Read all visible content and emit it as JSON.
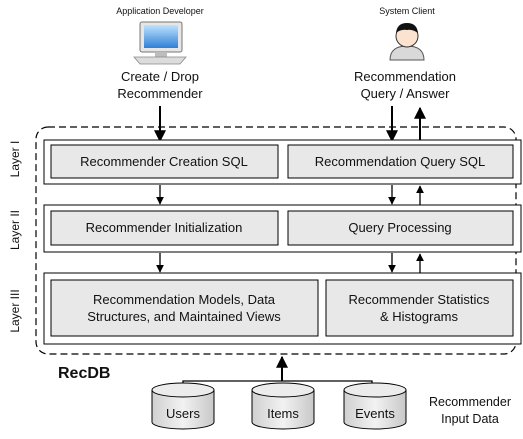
{
  "actors": {
    "developer": {
      "role": "Application Developer",
      "action": [
        "Create / Drop",
        "Recommender"
      ],
      "icon": "computer-icon"
    },
    "client": {
      "role": "System Client",
      "action": [
        "Recommendation",
        "Query / Answer"
      ],
      "icon": "user-icon"
    }
  },
  "layers": {
    "layer1": {
      "label": "Layer I",
      "left": "Recommender Creation SQL",
      "right": "Recommendation Query SQL"
    },
    "layer2": {
      "label": "Layer II",
      "left": "Recommender Initialization",
      "right": "Query Processing"
    },
    "layer3": {
      "label": "Layer III",
      "left": [
        "Recommendation Models, Data",
        "Structures, and Maintained Views"
      ],
      "right": [
        "Recommender Statistics",
        "& Histograms"
      ]
    }
  },
  "system_name": "RecDB",
  "data_sources": {
    "items": [
      "Users",
      "Items",
      "Events"
    ],
    "caption": [
      "Recommender",
      "Input Data"
    ]
  },
  "colors": {
    "box_fill": "#e8e8e8",
    "layer_fill": "#ffffff",
    "stroke": "#000000",
    "monitor_blue": "#4a90d9"
  }
}
